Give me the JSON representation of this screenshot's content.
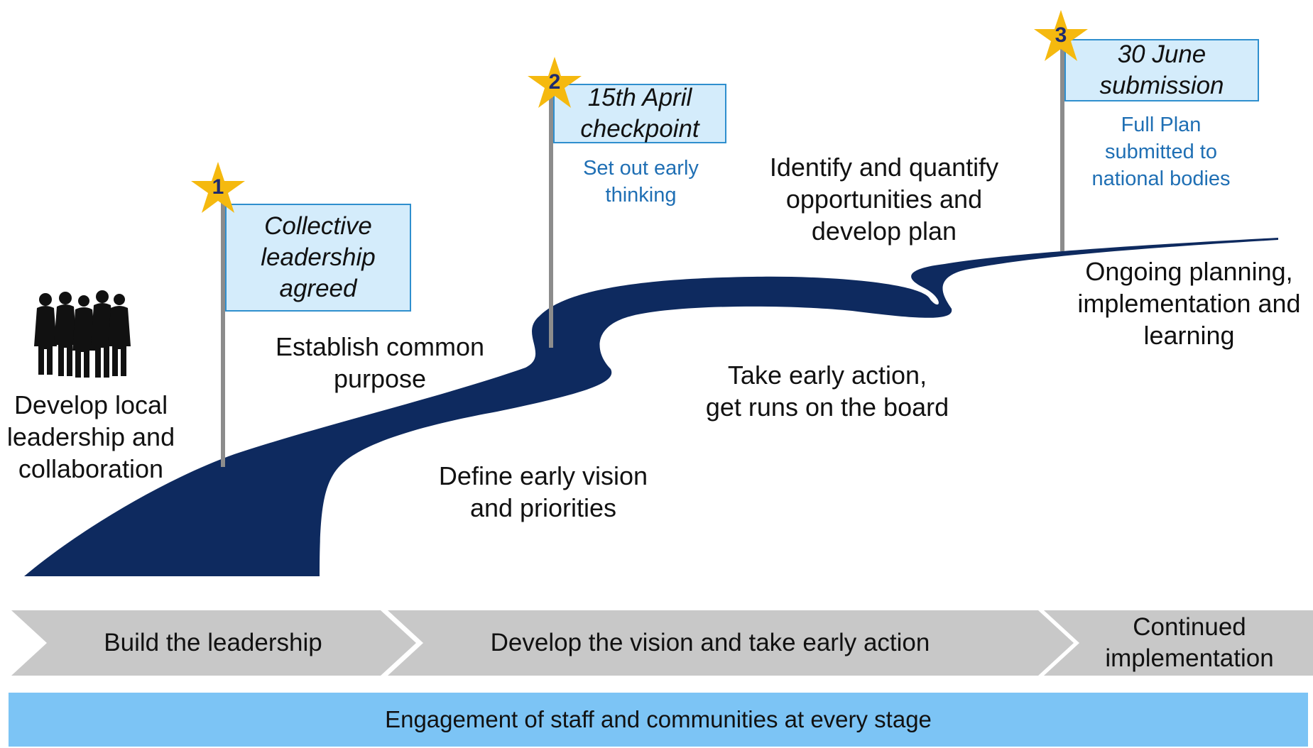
{
  "people_label": "Develop local\nleadership and\ncollaboration",
  "steps": {
    "establish": "Establish common\npurpose",
    "define": "Define early vision\nand priorities",
    "take_action": "Take early action,\nget runs on the board",
    "identify": "Identify and quantify\nopportunities and\ndevelop plan",
    "ongoing": "Ongoing planning,\nimplementation and\nlearning"
  },
  "milestones": [
    {
      "number": "1",
      "title": "Collective\nleadership\nagreed",
      "note": ""
    },
    {
      "number": "2",
      "title": "15th April\ncheckpoint",
      "note": "Set out early\nthinking"
    },
    {
      "number": "3",
      "title": "30 June\nsubmission",
      "note": "Full Plan\nsubmitted to\nnational bodies"
    }
  ],
  "phases": [
    "Build the leadership",
    "Develop the vision and take early action",
    "Continued\nimplementation"
  ],
  "engagement": "Engagement of staff and communities at every stage",
  "colors": {
    "road": "#0e2a5f",
    "flag_fill": "#d4ecfb",
    "flag_border": "#2f8fce",
    "note_text": "#1f6fb4",
    "star": "#f5b90f",
    "phase_arrow": "#c8c8c8",
    "engagement_bar": "#7cc4f5"
  }
}
